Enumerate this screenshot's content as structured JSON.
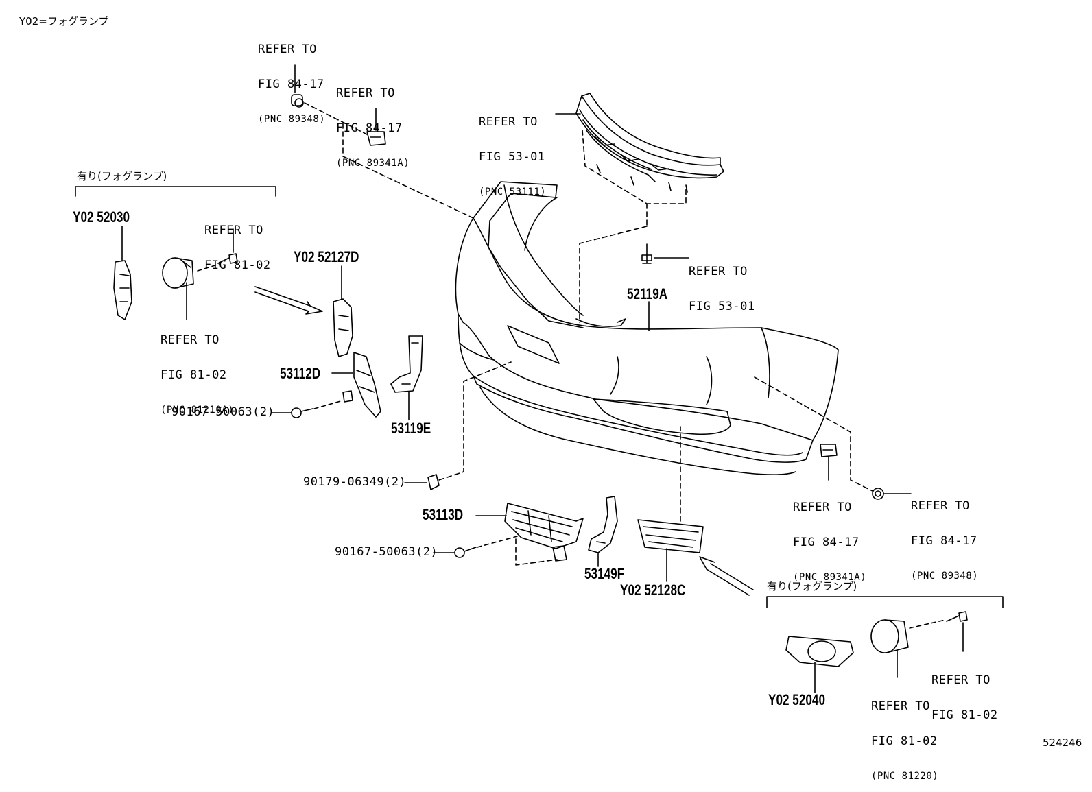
{
  "legend": {
    "note": "Y02=フォグランプ"
  },
  "groups": {
    "left_header": "有り(フォグランプ)",
    "right_header": "有り(フォグランプ)"
  },
  "refs": {
    "r1": {
      "line1": "REFER TO",
      "line2": "FIG 84-17",
      "pnc": "(PNC 89348)"
    },
    "r2": {
      "line1": "REFER TO",
      "line2": "FIG 84-17",
      "pnc": "(PNC 89341A)"
    },
    "r3": {
      "line1": "REFER TO",
      "line2": "FIG 53-01",
      "pnc": "(PNC 53111)"
    },
    "r4": {
      "line1": "REFER TO",
      "line2": "FIG 53-01"
    },
    "r5": {
      "line1": "REFER TO",
      "line2": "FIG 81-02"
    },
    "r6": {
      "line1": "REFER TO",
      "line2": "FIG 81-02",
      "pnc": "(PNC 81210A)"
    },
    "r7": {
      "line1": "REFER TO",
      "line2": "FIG 84-17",
      "pnc": "(PNC 89341A)"
    },
    "r8": {
      "line1": "REFER TO",
      "line2": "FIG 84-17",
      "pnc": "(PNC 89348)"
    },
    "r9": {
      "line1": "REFER TO",
      "line2": "FIG 81-02"
    },
    "r10": {
      "line1": "REFER TO",
      "line2": "FIG 81-02",
      "pnc": "(PNC 81220)"
    }
  },
  "parts": {
    "p52030": "Y02 52030",
    "p52127D": "Y02 52127D",
    "p52119A": "52119A",
    "p53112D": "53112D",
    "p53119E": "53119E",
    "bolt1": "90167-50063(2)",
    "clip1": "90179-06349(2)",
    "p53113D": "53113D",
    "bolt2": "90167-50063(2)",
    "p53149F": "53149F",
    "p52128C": "Y02 52128C",
    "p52040": "Y02 52040"
  },
  "diagram_number": "524246",
  "colors": {
    "ink": "#000000",
    "paper": "#ffffff"
  }
}
